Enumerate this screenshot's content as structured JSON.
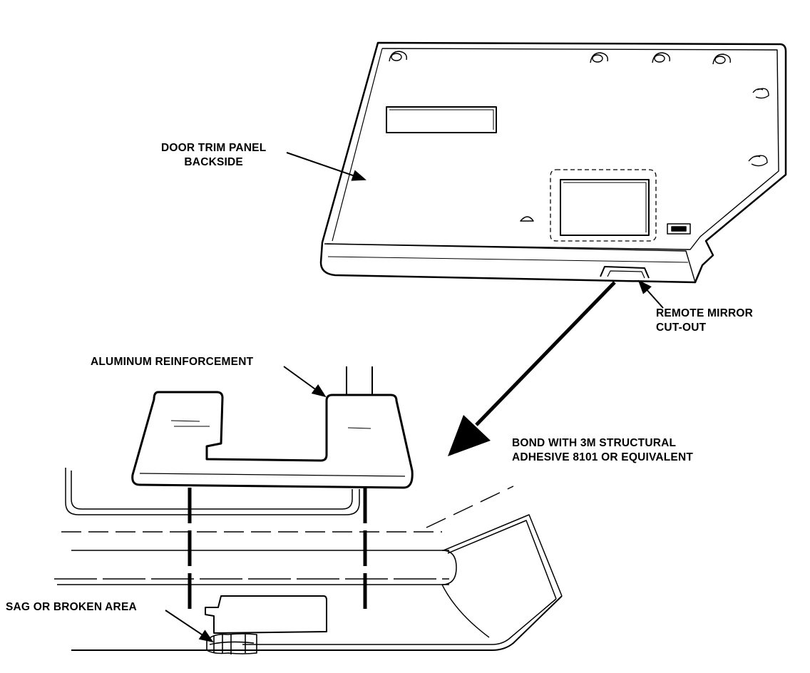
{
  "labels": {
    "door_trim_panel": [
      "DOOR TRIM PANEL",
      "BACKSIDE"
    ],
    "remote_mirror": [
      "REMOTE MIRROR",
      "CUT-OUT"
    ],
    "aluminum_reinforcement": "ALUMINUM REINFORCEMENT",
    "bond_adhesive": [
      "BOND WITH 3M STRUCTURAL",
      "ADHESIVE 8101 OR EQUIVALENT"
    ],
    "sag_broken_area": "SAG OR BROKEN AREA"
  },
  "colors": {
    "ink": "#000000",
    "background": "#ffffff"
  }
}
